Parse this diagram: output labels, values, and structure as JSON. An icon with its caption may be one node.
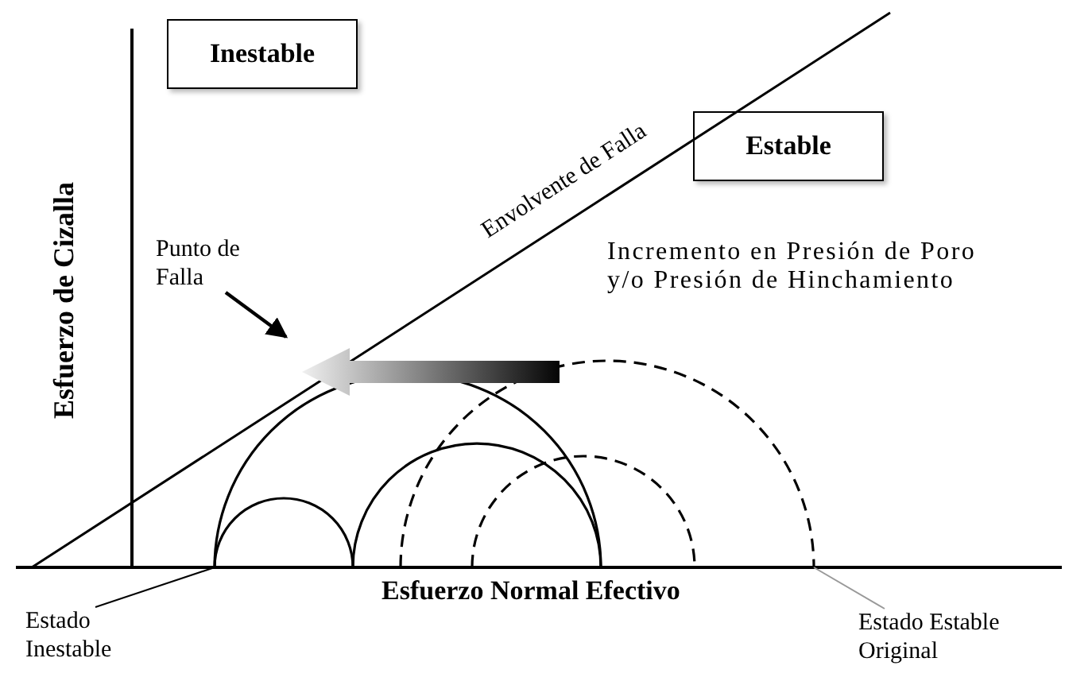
{
  "diagram": {
    "nodes": [
      {
        "text": [
          "Inestable"
        ]
      },
      {
        "text": [
          "Estable"
        ]
      },
      {
        "text": [
          "Punto de Falla"
        ]
      },
      {
        "text": [
          "Estado Inestable"
        ]
      },
      {
        "text": [
          "Estado Estable Original"
        ]
      },
      {
        "text": [],
        "shape": "circle"
      },
      {
        "text": [],
        "shape": "circle"
      }
    ],
    "edges": [
      {
        "from": 2,
        "to": null,
        "arrow": "to"
      },
      {
        "from": 3,
        "to": 5,
        "arrow": "none"
      },
      {
        "from": 4,
        "to": 6,
        "arrow": "none",
        "color": "#999999"
      }
    ],
    "labels": [
      "Esfuerzo de Cizalla",
      "Envolvente de Falla",
      "Incremento en Presión de Poro y/o Presión de Hinchamiento",
      "Esfuerzo Normal Efectivo"
    ]
  }
}
